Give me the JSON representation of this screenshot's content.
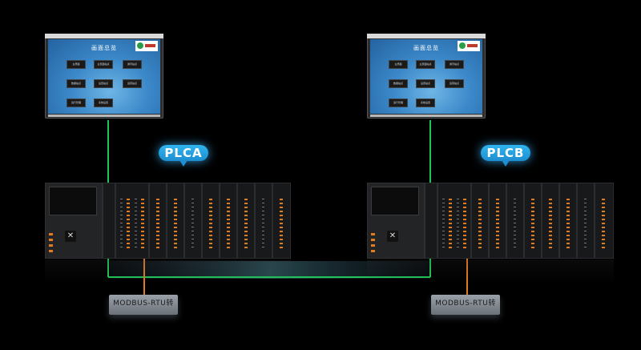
{
  "hmi": {
    "title": "画面总览",
    "buttons": [
      "主界面",
      "主页面站点",
      "通讯站点",
      "数据站点",
      "设置站点",
      "运营站点",
      "运行管理",
      "系统设置"
    ]
  },
  "labels": {
    "plc_a": "PLCA",
    "plc_b": "PLCB",
    "serial_left": "MODBUS-RTU转",
    "serial_right": "MODBUS-RTU转"
  },
  "colors": {
    "link_green": "#21c45a",
    "label_blue": "#2fb5f0",
    "cable_orange": "#e07b1f"
  },
  "icons": [
    "hmi-screen-icon",
    "plc-rack-icon",
    "company-logo-icon"
  ]
}
